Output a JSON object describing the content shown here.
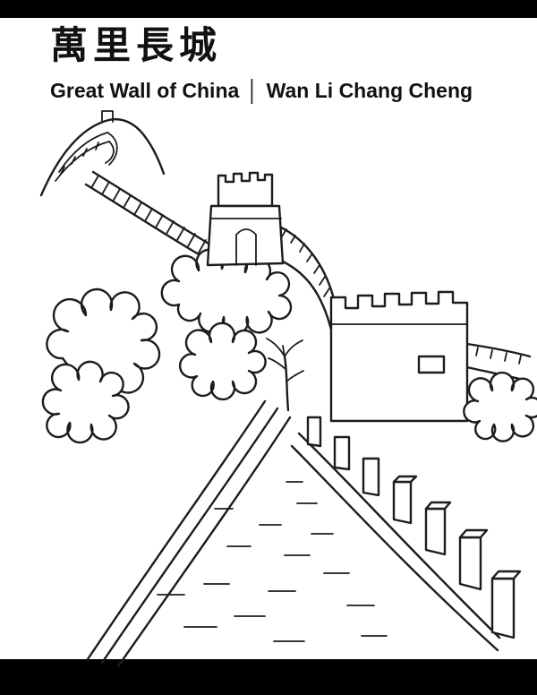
{
  "header": {
    "title_zh": "萬里長城",
    "subtitle": {
      "en": "Great Wall of China",
      "separator": "│",
      "pinyin": "Wan Li Chang Cheng"
    }
  },
  "artwork": {
    "label": "great-wall-coloring-line-drawing",
    "features": [
      "distant mountain with small wall",
      "stepped wall ramp",
      "middle watchtower",
      "right watchtower with battlements",
      "crenellated foreground parapet",
      "wide foreground walkway with stone dashes",
      "bushes and bare tree"
    ]
  },
  "colors": {
    "ink": "#1c1c1c",
    "paper": "#ffffff",
    "bar": "#000000"
  }
}
